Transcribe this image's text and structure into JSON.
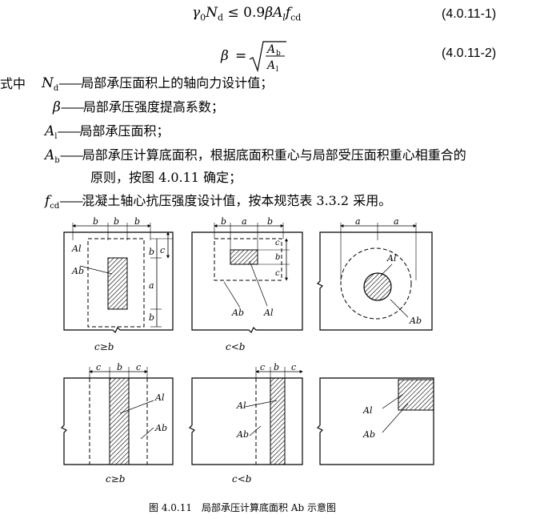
{
  "equations": [
    {
      "lhs": "γ0Nd",
      "rel": "≤",
      "rhs": "0.9βAlfcd",
      "number": "(4.0.11-1)"
    },
    {
      "lhs": "β",
      "rel": "=",
      "rhs": "√(Ab/Al)",
      "number": "(4.0.11-2)"
    }
  ],
  "intro": "式中",
  "definitions": [
    {
      "symbol": "Nd",
      "dash": "——",
      "text": "局部承压面积上的轴向力设计值；"
    },
    {
      "symbol": "β",
      "dash": "——",
      "text": "局部承压强度提高系数；"
    },
    {
      "symbol": "Al",
      "dash": "——",
      "text": "局部承压面积；"
    },
    {
      "symbol": "Ab",
      "dash": "——",
      "text": "局部承压计算底面积，根据底面积重心与局部受压面积重心相重合的",
      "text2": "原则，按图 4.0.11 确定；"
    },
    {
      "symbol": "fcd",
      "dash": "——",
      "text": "混凝土轴心抗压强度设计值，按本规范表 3.3.2 采用。"
    }
  ],
  "figure": {
    "labels": {
      "Al": "Al",
      "Ab": "Ab",
      "a": "a",
      "b": "b",
      "c": "c"
    },
    "conditions": [
      "c≥b",
      "c<b",
      "c≥b",
      "c<b"
    ],
    "caption": "图 4.0.11　局部承压计算底面积 Ab 示意图"
  }
}
